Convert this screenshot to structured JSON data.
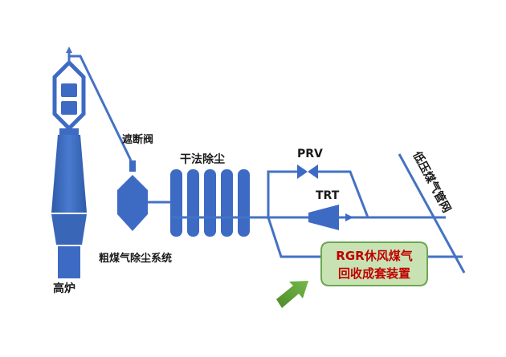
{
  "labels": {
    "blast_furnace": "高炉",
    "shutoff_valve": "遮断阀",
    "dry_dedusting": "干法除尘",
    "crude_gas_dedusting": "粗煤气除尘系统",
    "prv": "PRV",
    "trt": "TRT",
    "low_pressure_network": "低压煤气管网",
    "rgr_line1": "RGR休风煤气",
    "rgr_line2": "回收成套装置"
  },
  "colors": {
    "equipment_blue": "#3d6bc4",
    "pipe_blue": "#4472c4",
    "rgr_fill": "#c9e2b3",
    "rgr_border": "#6aa84f",
    "rgr_text": "#c00000",
    "arrow_green": "#5b9a32"
  },
  "icons": {
    "arrow": "green-pointer-arrow"
  }
}
